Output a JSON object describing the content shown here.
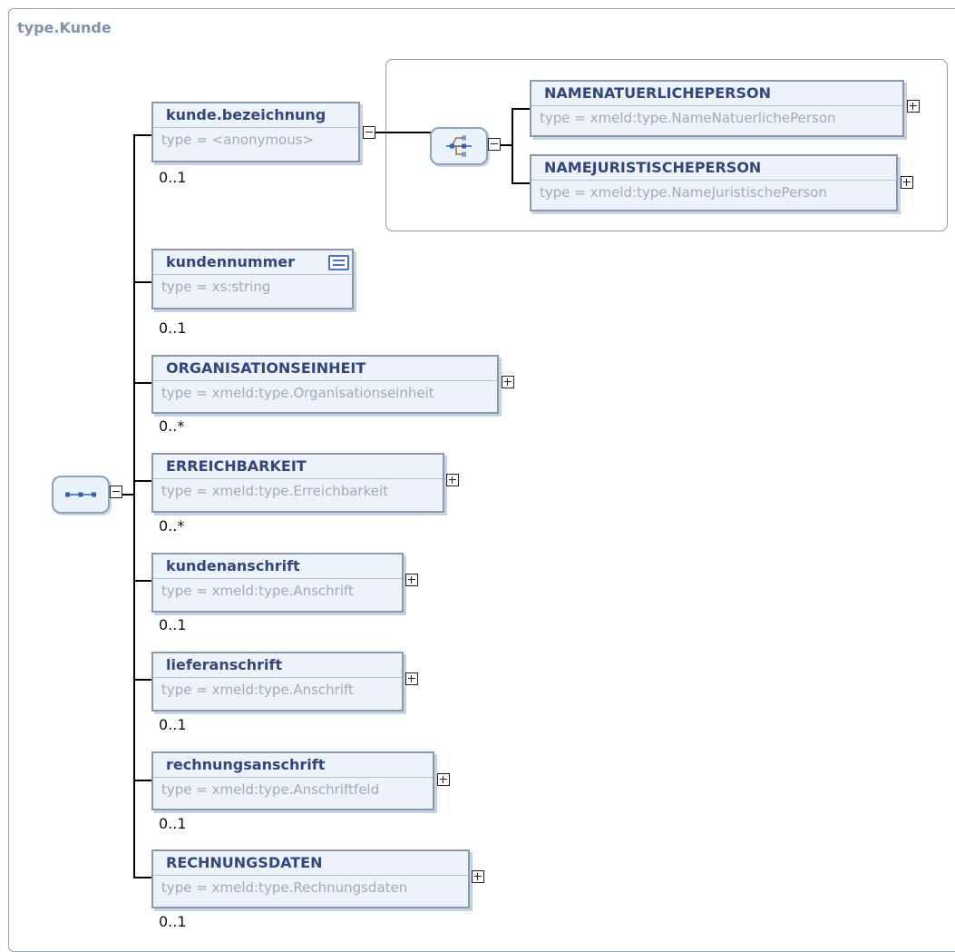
{
  "title": "type.Kunde",
  "choice": {
    "options": [
      {
        "name": "NAMENATUERLICHEPERSON",
        "type": "type = xmeld:type.NameNatuerlichePerson"
      },
      {
        "name": "NAMEJURISTISCHEPERSON",
        "type": "type = xmeld:type.NameJuristischePerson"
      }
    ]
  },
  "elements": [
    {
      "name": "kunde.bezeichnung",
      "type": "type = <anonymous>",
      "cardinality": "0..1"
    },
    {
      "name": "kundennummer",
      "type": "type = xs:string",
      "cardinality": "0..1"
    },
    {
      "name": "ORGANISATIONSEINHEIT",
      "type": "type = xmeld:type.Organisationseinheit",
      "cardinality": "0..*"
    },
    {
      "name": "ERREICHBARKEIT",
      "type": "type = xmeld:type.Erreichbarkeit",
      "cardinality": "0..*"
    },
    {
      "name": "kundenanschrift",
      "type": "type = xmeld:type.Anschrift",
      "cardinality": "0..1"
    },
    {
      "name": "lieferanschrift",
      "type": "type = xmeld:type.Anschrift",
      "cardinality": "0..1"
    },
    {
      "name": "rechnungsanschrift",
      "type": "type = xmeld:type.Anschriftfeld",
      "cardinality": "0..1"
    },
    {
      "name": "RECHNUNGSDATEN",
      "type": "type = xmeld:type.Rechnungsdaten",
      "cardinality": "0..1"
    }
  ],
  "icons": {
    "sequence": "sequence-compositor-icon",
    "choice": "choice-compositor-icon",
    "documentation": "documentation-icon",
    "expand": "expand-icon",
    "collapse": "collapse-icon"
  }
}
